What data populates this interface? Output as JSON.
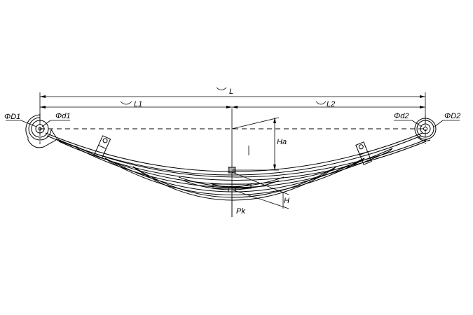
{
  "labels": {
    "L": "L",
    "L1": "L1",
    "L2": "L2",
    "D1": "ΦD1",
    "d1": "Φd1",
    "d2": "Φd2",
    "D2": "ΦD2",
    "Ha": "Ha",
    "H": "H",
    "Pk": "Pk"
  }
}
